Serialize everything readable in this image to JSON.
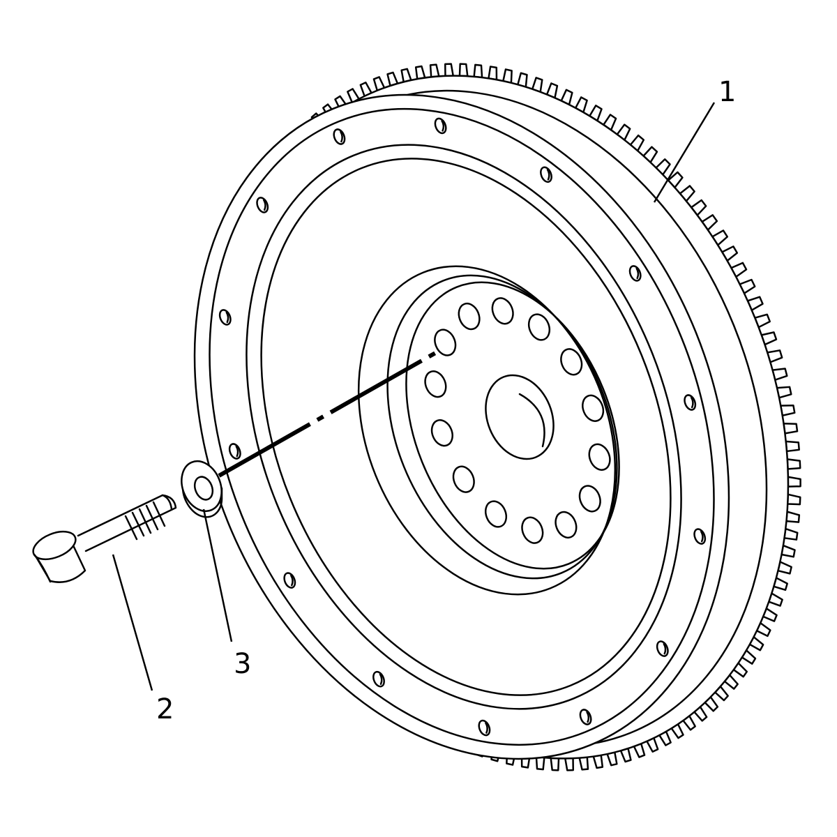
{
  "colors": {
    "line": "#000000",
    "background": "#ffffff"
  },
  "callouts": [
    {
      "id": "1",
      "label": "1",
      "part": "flywheel-with-ring-gear"
    },
    {
      "id": "2",
      "label": "2",
      "part": "bolt"
    },
    {
      "id": "3",
      "label": "3",
      "part": "washer"
    }
  ]
}
